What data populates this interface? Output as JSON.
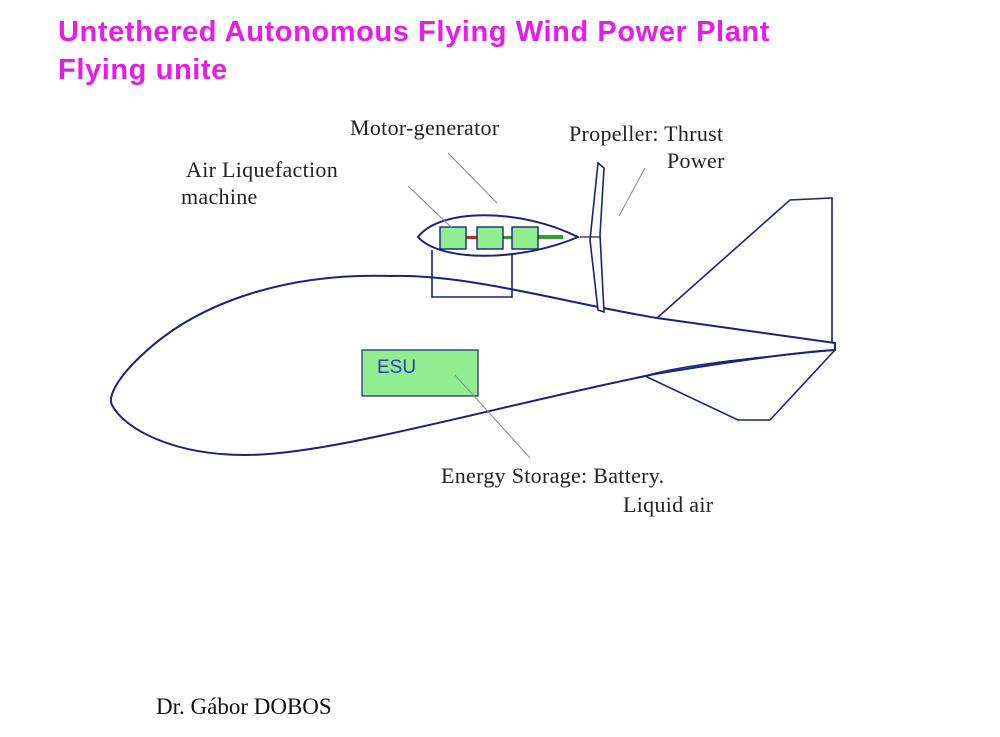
{
  "title": {
    "line1": "Untethered Autonomous Flying Wind Power Plant",
    "line2": "Flying unite"
  },
  "labels": {
    "motor_generator": "Motor-generator",
    "air_liquefaction_1": "Air Liquefaction",
    "air_liquefaction_2": "machine",
    "propeller_1": "Propeller: Thrust",
    "propeller_2": "Power",
    "esu": "ESU",
    "energy_storage_1": "Energy Storage: Battery.",
    "energy_storage_2": "Liquid air"
  },
  "footer": {
    "author": "Dr. Gábor DOBOS"
  },
  "colors": {
    "title": "#e81be8",
    "outline": "#1a237e",
    "box_fill": "#90ee90",
    "shaft": "#2e9e2e",
    "coupling": "#c62828",
    "leader": "#888888"
  }
}
